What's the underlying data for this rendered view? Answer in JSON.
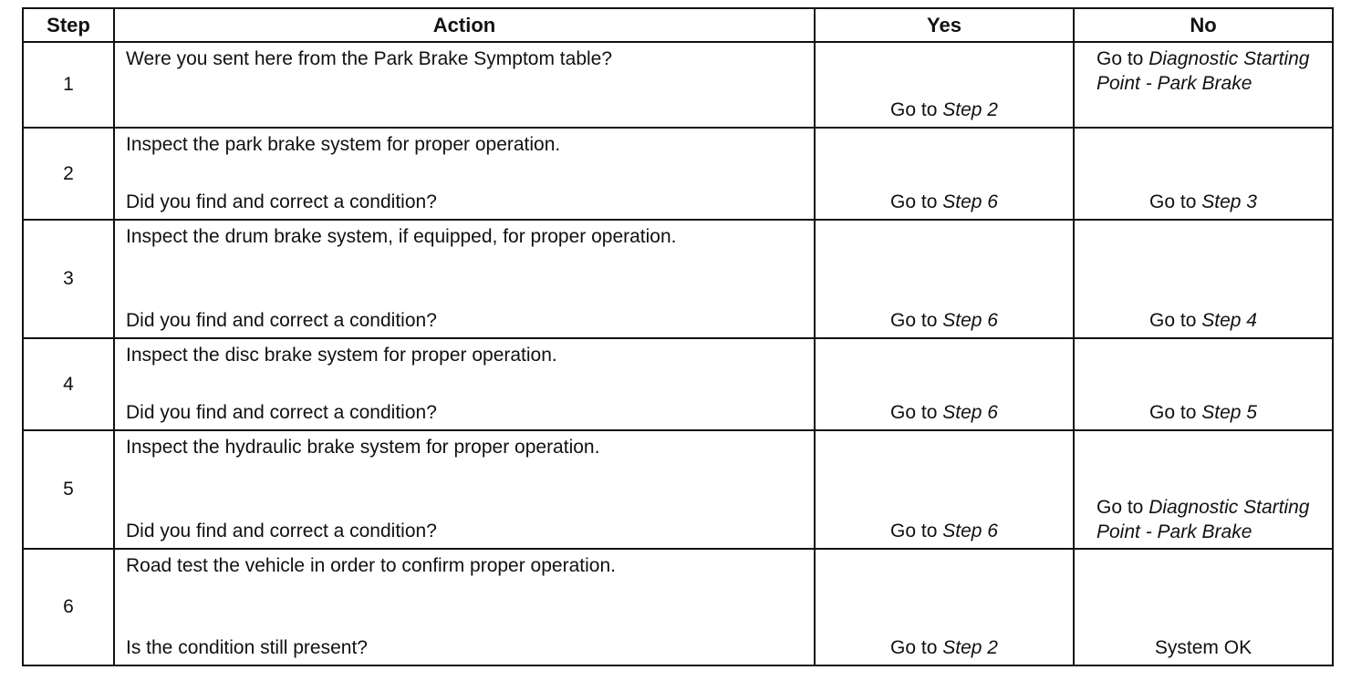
{
  "headers": {
    "step": "Step",
    "action": "Action",
    "yes": "Yes",
    "no": "No"
  },
  "rows": [
    {
      "step": "1",
      "action": [
        "Were you sent here from the Park Brake Symptom table?"
      ],
      "yes": {
        "prefix": "Go to",
        "target": "Step 2"
      },
      "no": {
        "prefix": "Go to",
        "target": "Diagnostic Starting Point - Park Brake"
      }
    },
    {
      "step": "2",
      "action": [
        "Inspect the park brake system for proper operation.",
        "Did you find and correct a condition?"
      ],
      "yes": {
        "prefix": "Go to",
        "target": "Step 6"
      },
      "no": {
        "prefix": "Go to",
        "target": "Step 3"
      }
    },
    {
      "step": "3",
      "action": [
        "Inspect the drum brake system, if equipped, for proper operation.",
        "Did you find and correct a condition?"
      ],
      "yes": {
        "prefix": "Go to",
        "target": "Step 6"
      },
      "no": {
        "prefix": "Go to",
        "target": "Step 4"
      }
    },
    {
      "step": "4",
      "action": [
        "Inspect the disc brake system for proper operation.",
        "Did you find and correct a condition?"
      ],
      "yes": {
        "prefix": "Go to",
        "target": "Step 6"
      },
      "no": {
        "prefix": "Go to",
        "target": "Step 5"
      }
    },
    {
      "step": "5",
      "action": [
        "Inspect the hydraulic brake system for proper operation.",
        "Did you find and correct a condition?"
      ],
      "yes": {
        "prefix": "Go to",
        "target": "Step 6"
      },
      "no": {
        "prefix": "Go to",
        "target": "Diagnostic Starting Point - Park Brake"
      }
    },
    {
      "step": "6",
      "action": [
        "Road test the vehicle in order to confirm proper operation.",
        "Is the condition still present?"
      ],
      "yes": {
        "prefix": "Go to",
        "target": "Step 2"
      },
      "no": {
        "prefix": "",
        "target": "",
        "plain": "System OK"
      }
    }
  ]
}
